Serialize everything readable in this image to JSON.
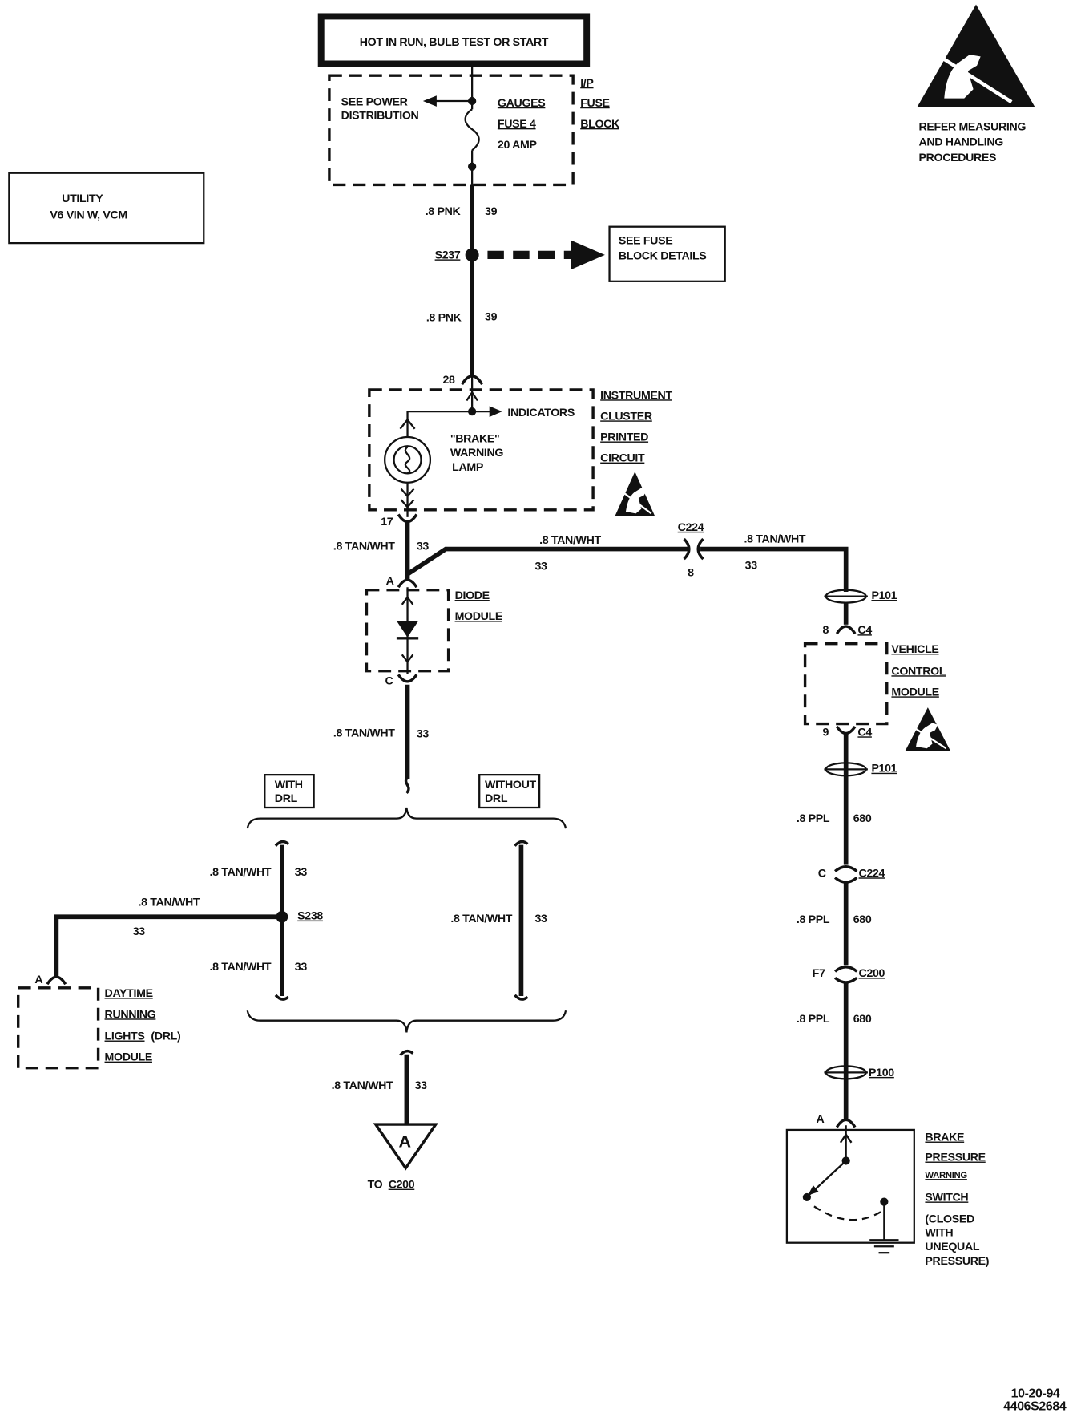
{
  "power_header": {
    "text": "HOT IN RUN, BULB TEST OR START"
  },
  "vehicle_box": {
    "line1": "UTILITY",
    "line2": "V6 VIN W, VCM"
  },
  "esd_notice": {
    "line1": "REFER MEASURING",
    "line2": "AND HANDLING",
    "line3": "PROCEDURES"
  },
  "fuse_block": {
    "see_power_1": "SEE POWER",
    "see_power_2": "DISTRIBUTION",
    "fuse_circuit": "GAUGES",
    "fuse_number": "FUSE 4",
    "fuse_rating": "20 AMP",
    "label_1": "I/P",
    "label_2": "FUSE",
    "label_3": "BLOCK"
  },
  "splice_s237": {
    "name": "S237",
    "ref_1": "SEE FUSE",
    "ref_2": "BLOCK DETAILS"
  },
  "wires": {
    "pnk_upper": {
      "size_color": ".8 PNK",
      "circuit": "39"
    },
    "pnk_lower": {
      "size_color": ".8 PNK",
      "circuit": "39"
    },
    "tan_cluster": {
      "size_color": ".8 TAN/WHT",
      "circuit": "33"
    },
    "tan_to_c224": {
      "size_color": ".8 TAN/WHT",
      "circuit": "33"
    },
    "tan_from_c224": {
      "size_color": ".8 TAN/WHT",
      "circuit": "33"
    },
    "tan_diode": {
      "size_color": ".8 TAN/WHT",
      "circuit": "33"
    },
    "tan_with_drl_upper": {
      "size_color": ".8 TAN/WHT",
      "circuit": "33"
    },
    "tan_with_drl_lower": {
      "size_color": ".8 TAN/WHT",
      "circuit": "33"
    },
    "tan_to_drl": {
      "size_color": ".8 TAN/WHT",
      "circuit": "33"
    },
    "tan_without_drl": {
      "size_color": ".8 TAN/WHT",
      "circuit": "33"
    },
    "tan_to_c200": {
      "size_color": ".8 TAN/WHT",
      "circuit": "33"
    },
    "ppl_1": {
      "size_color": ".8 PPL",
      "circuit": "680"
    },
    "ppl_2": {
      "size_color": ".8 PPL",
      "circuit": "680"
    },
    "ppl_3": {
      "size_color": ".8 PPL",
      "circuit": "680"
    }
  },
  "instrument_cluster": {
    "pin_in": "28",
    "pin_out": "17",
    "indicators": "INDICATORS",
    "lamp_1": "\"BRAKE\"",
    "lamp_2": "WARNING",
    "lamp_3": "LAMP",
    "label_1": "INSTRUMENT",
    "label_2": "CLUSTER",
    "label_3": "PRINTED",
    "label_4": "CIRCUIT"
  },
  "diode_module": {
    "pin_in": "A",
    "pin_out": "C",
    "label_1": "DIODE",
    "label_2": "MODULE"
  },
  "connectors": {
    "c224_upper": {
      "name": "C224",
      "pin": "8"
    },
    "p101_upper": "P101",
    "vcm_in": {
      "pin": "8",
      "name": "C4"
    },
    "vcm_out": {
      "pin": "9",
      "name": "C4"
    },
    "p101_lower": "P101",
    "c224_lower": {
      "pin": "C",
      "name": "C224"
    },
    "c200": {
      "pin": "F7",
      "name": "C200"
    },
    "p100": "P100",
    "switch_pin": "A"
  },
  "vehicle_control_module": {
    "label_1": "VEHICLE",
    "label_2": "CONTROL",
    "label_3": "MODULE"
  },
  "drl_options": {
    "with_1": "WITH",
    "with_2": "DRL",
    "without_1": "WITHOUT",
    "without_2": "DRL"
  },
  "splice_s238": {
    "name": "S238"
  },
  "drl_module": {
    "pin": "A",
    "label_1": "DAYTIME",
    "label_2": "RUNNING",
    "label_3": "LIGHTS",
    "label_3b": "(DRL)",
    "label_4": "MODULE"
  },
  "offpage_a": {
    "symbol": "A",
    "to": "TO",
    "connector": "C200"
  },
  "brake_switch": {
    "label_1": "BRAKE",
    "label_2": "PRESSURE",
    "label_3": "WARNING",
    "label_4": "SWITCH",
    "note_1": "(CLOSED",
    "note_2": "WITH",
    "note_3": "UNEQUAL",
    "note_4": "PRESSURE)"
  },
  "footer": {
    "date": "10-20-94",
    "drawing_id": "4406S2684"
  }
}
